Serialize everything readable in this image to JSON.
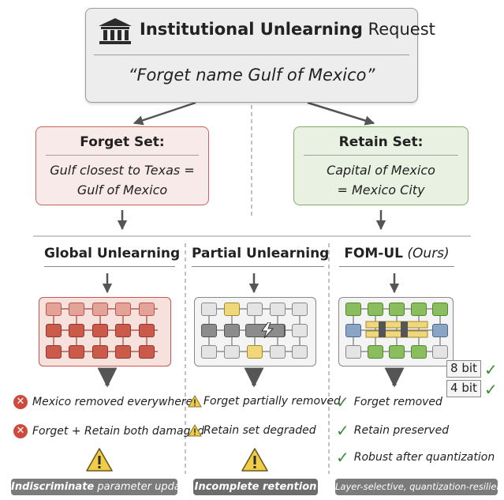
{
  "header": {
    "title_bold": "Institutional Unlearning",
    "title_rest": " Request",
    "quote": "“Forget name Gulf of Mexico”",
    "icon": "bank-building-icon"
  },
  "forget_set": {
    "title": "Forget Set:",
    "body": "Gulf closest to Texas =\nGulf of Mexico"
  },
  "retain_set": {
    "title": "Retain Set:",
    "body": "Capital of Mexico\n= Mexico City"
  },
  "columns": [
    {
      "title": "Global Unlearning",
      "outcomes": [
        "Mexico removed everywhere",
        "Forget + Retain both damaged"
      ],
      "outcome_icon": "x-circle-icon",
      "bar_em": "Indiscriminate",
      "bar_rest": " parameter updates"
    },
    {
      "title": "Partial Unlearning",
      "outcomes": [
        "Forget partially removed",
        "Retain set degraded"
      ],
      "outcome_icon": "warning-icon",
      "bar": "Incomplete retention"
    },
    {
      "title": "FOM-UL",
      "title_suffix": " (Ours)",
      "outcomes": [
        "Forget removed",
        "Retain preserved",
        "Robust after quantization"
      ],
      "outcome_icon": "check-icon",
      "bar": "Layer-selective, quantization-resilient"
    }
  ],
  "quantization": {
    "high": "8 bit",
    "low": "4 bit"
  },
  "colors": {
    "forget_border": "#c9645c",
    "retain_border": "#84a96a",
    "red_cell": "#cc5a4b",
    "green_cell": "#89bd5e",
    "blue_cell": "#8aa4c4",
    "yellow_cell": "#efd77a",
    "gray_cell": "#8c8c8c",
    "check_green": "#3c8a3a",
    "x_red": "#cc4b3d"
  }
}
